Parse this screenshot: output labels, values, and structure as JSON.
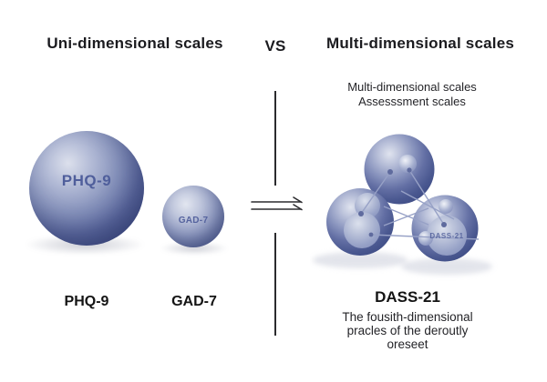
{
  "header": {
    "left_title": "Uni-dimensional scales",
    "vs": "VS",
    "right_title": "Multi-dimensional scales"
  },
  "uni": {
    "spheres": [
      {
        "label": "PHQ-9",
        "caption": "PHQ-9"
      },
      {
        "label": "GAD-7",
        "caption": "GAD-7"
      }
    ]
  },
  "multi": {
    "subtitle1": "Multi-dimensional scales",
    "subtitle2": "Assesssment scales",
    "sphere_label": "DASS-21",
    "caption_title": "DASS-21",
    "caption_line1": "The fousith-dimensional",
    "caption_line2": "pracles of the deroutly",
    "caption_line3": "oreseet"
  },
  "icons": {
    "arrow": "double-right-arrow-icon",
    "divider": "vertical-divider"
  },
  "colors": {
    "background": "#ffffff",
    "text": "#1b1b1f",
    "sphere_highlight": "#dfe3ef",
    "sphere_mid": "#7d89b8",
    "sphere_dark": "#3d4b84",
    "sphere_label_text": "#4f5e9b",
    "connector_line": "#97a1c6",
    "divider_line": "#2b2b2e"
  }
}
